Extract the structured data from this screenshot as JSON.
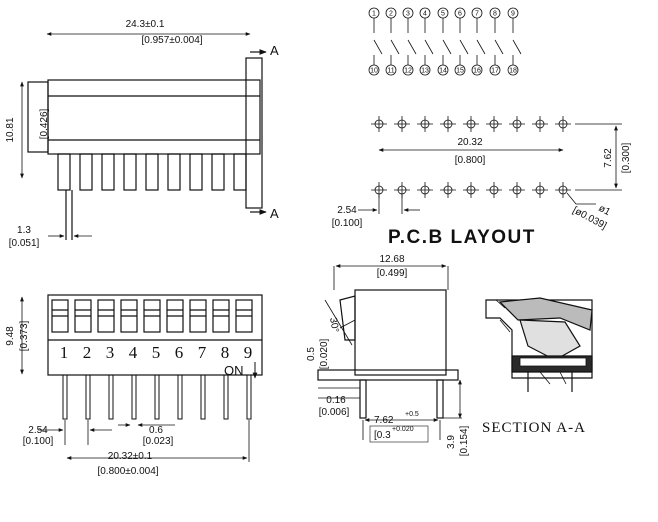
{
  "top_view": {
    "width_dim": "24.3±0.1",
    "width_dim_in": "[0.957±0.004]",
    "section_marker_top": "A",
    "section_marker_bottom": "A",
    "height_dim": "10.81",
    "height_dim_in": "[0.426]",
    "pin_dim": "1.3",
    "pin_dim_in": "[0.051]"
  },
  "circuit": {
    "top_labels": [
      "1",
      "2",
      "3",
      "4",
      "5",
      "6",
      "7",
      "8",
      "9"
    ],
    "bottom_labels": [
      "10",
      "11",
      "12",
      "13",
      "14",
      "15",
      "16",
      "17",
      "18"
    ]
  },
  "pcb": {
    "title": "P.C.B LAYOUT",
    "span_dim": "20.32",
    "span_dim_in": "[0.800]",
    "row_dim": "7.62",
    "row_dim_in": "[0.300]",
    "pitch_dim": "2.54",
    "pitch_dim_in": "[0.100]",
    "hole_dim": "ø1",
    "hole_dim_in": "[ø0.039]"
  },
  "front_view": {
    "numbers": [
      "1",
      "2",
      "3",
      "4",
      "5",
      "6",
      "7",
      "8",
      "9"
    ],
    "on_label": "ON",
    "height_dim": "9.48",
    "height_dim_in": "[0.373]",
    "pitch_dim": "2.54",
    "pitch_dim_in": "[0.100]",
    "pin_width_dim": "0.6",
    "pin_width_dim_in": "[0.023]",
    "span_dim": "20.32±0.1",
    "span_dim_in": "[0.800±0.004]"
  },
  "side_view": {
    "width_dim": "12.68",
    "width_dim_in": "[0.499]",
    "angle_dim": "30°",
    "thickness_dim": "0.5",
    "thickness_dim_in": "[0.020]",
    "lead_dim": "0.16",
    "lead_dim_in": "[0.006]",
    "row_dim": "7.62",
    "row_dim_tol": "+0.5",
    "row_dim_in": "[0.3",
    "row_dim_in_tol": "+0.020",
    "leg_dim": "3.9",
    "leg_dim_in": "[0.154]"
  },
  "section": {
    "label": "SECTION A-A"
  }
}
